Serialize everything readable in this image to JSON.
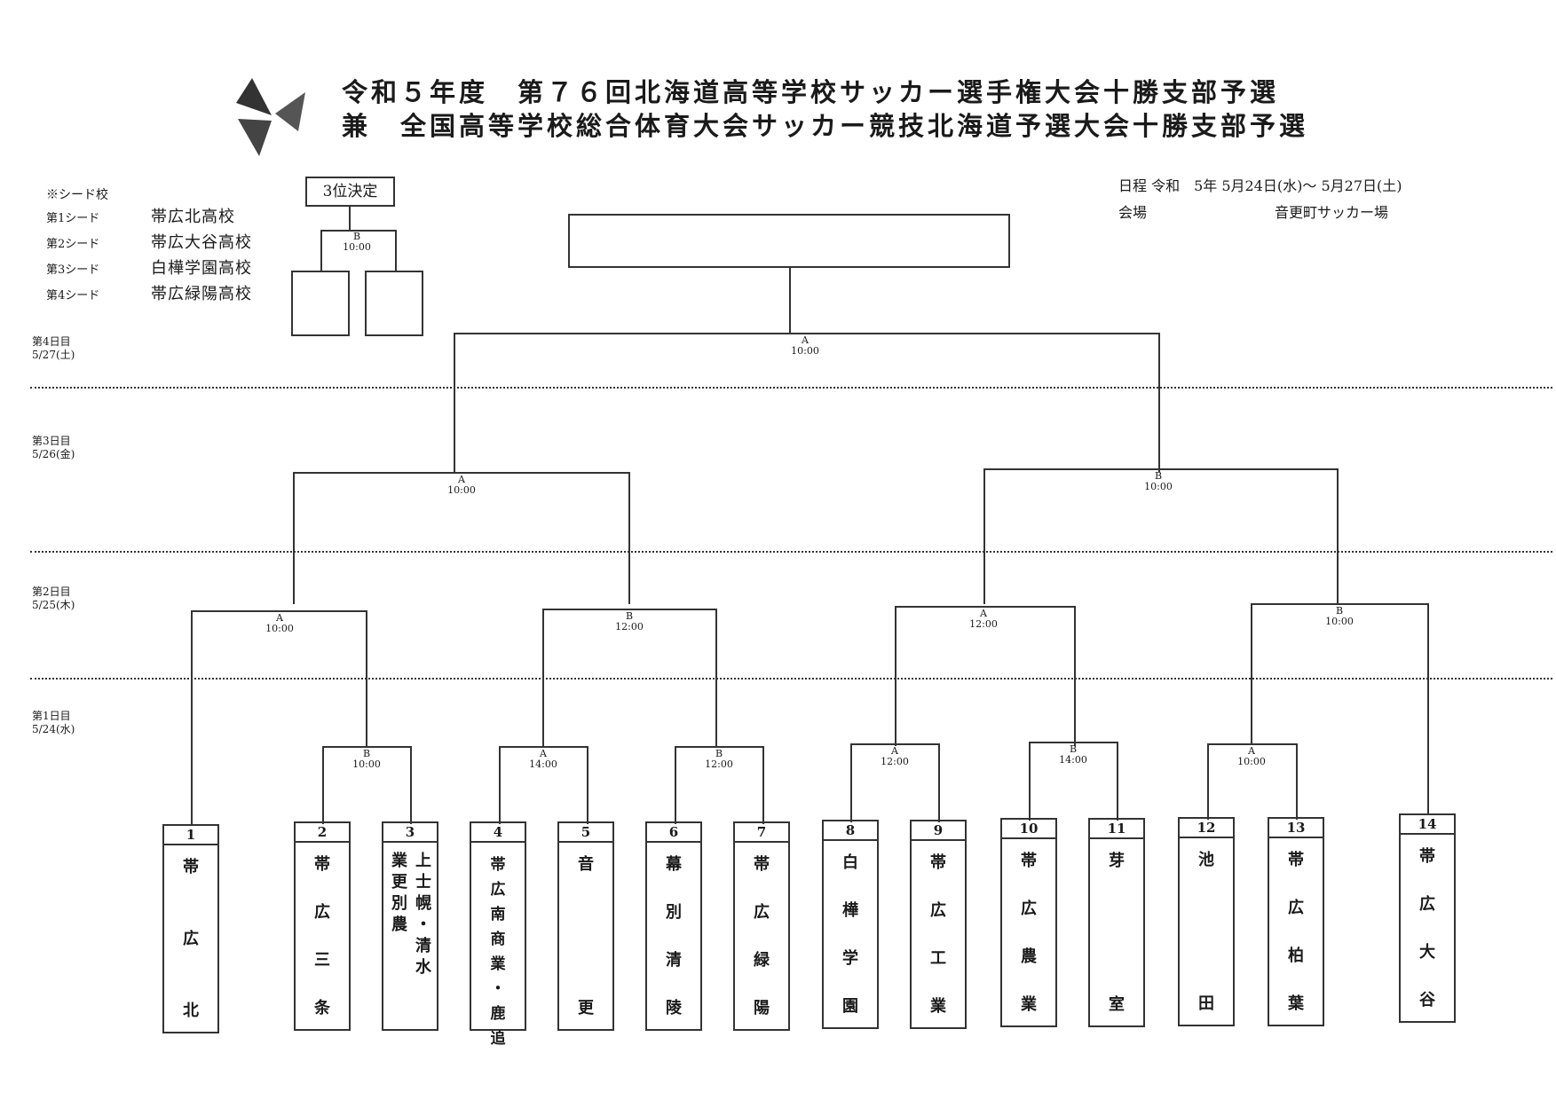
{
  "header": {
    "title_line1": "令和５年度　第７６回北海道高等学校サッカー選手権大会十勝支部予選",
    "title_line2": "兼　全国高等学校総合体育大会サッカー競技北海道予選大会十勝支部予選"
  },
  "seeds": {
    "heading": "※シード校",
    "items": [
      {
        "label": "第1シード",
        "name": "帯広北高校"
      },
      {
        "label": "第2シード",
        "name": "帯広大谷高校"
      },
      {
        "label": "第3シード",
        "name": "白樺学園高校"
      },
      {
        "label": "第4シード",
        "name": "帯広緑陽高校"
      }
    ]
  },
  "schedule": {
    "dates": "日程 令和　5年 5月24日(水)～ 5月27日(土)",
    "venue_label": "会場",
    "venue": "音更町サッカー場"
  },
  "third_place": {
    "label": "3位決定",
    "match": {
      "court": "B",
      "time": "10:00"
    }
  },
  "days": [
    {
      "name": "第4日目",
      "date": "5/27(土)"
    },
    {
      "name": "第3日目",
      "date": "5/26(金)"
    },
    {
      "name": "第2日目",
      "date": "5/25(木)"
    },
    {
      "name": "第1日目",
      "date": "5/24(水)"
    }
  ],
  "matches": {
    "final": {
      "court": "A",
      "time": "10:00"
    },
    "sf1": {
      "court": "A",
      "time": "10:00"
    },
    "sf2": {
      "court": "B",
      "time": "10:00"
    },
    "qf1": {
      "court": "A",
      "time": "10:00"
    },
    "qf2": {
      "court": "B",
      "time": "12:00"
    },
    "qf3": {
      "court": "A",
      "time": "12:00"
    },
    "qf4": {
      "court": "B",
      "time": "10:00"
    },
    "r1_1": {
      "court": "B",
      "time": "10:00"
    },
    "r1_2": {
      "court": "A",
      "time": "14:00"
    },
    "r1_3": {
      "court": "B",
      "time": "12:00"
    },
    "r1_4": {
      "court": "A",
      "time": "12:00"
    },
    "r1_5": {
      "court": "B",
      "time": "14:00"
    },
    "r1_6": {
      "court": "A",
      "time": "10:00"
    }
  },
  "teams": [
    {
      "num": "1",
      "chars": [
        "帯",
        "広",
        "北"
      ]
    },
    {
      "num": "2",
      "chars": [
        "帯",
        "広",
        "三",
        "条"
      ]
    },
    {
      "num": "3",
      "text": "上士幌・清水　業更別農"
    },
    {
      "num": "4",
      "chars": [
        "帯",
        "広",
        "南",
        "商",
        "業",
        "・",
        "鹿",
        "追"
      ]
    },
    {
      "num": "5",
      "chars": [
        "音",
        "更"
      ]
    },
    {
      "num": "6",
      "chars": [
        "幕",
        "別",
        "清",
        "陵"
      ]
    },
    {
      "num": "7",
      "chars": [
        "帯",
        "広",
        "緑",
        "陽"
      ]
    },
    {
      "num": "8",
      "chars": [
        "白",
        "樺",
        "学",
        "園"
      ]
    },
    {
      "num": "9",
      "chars": [
        "帯",
        "広",
        "工",
        "業"
      ]
    },
    {
      "num": "10",
      "chars": [
        "帯",
        "広",
        "農",
        "業"
      ]
    },
    {
      "num": "11",
      "chars": [
        "芽",
        "室"
      ]
    },
    {
      "num": "12",
      "chars": [
        "池",
        "田"
      ]
    },
    {
      "num": "13",
      "chars": [
        "帯",
        "広",
        "柏",
        "葉"
      ]
    },
    {
      "num": "14",
      "chars": [
        "帯",
        "広",
        "大",
        "谷"
      ]
    }
  ]
}
